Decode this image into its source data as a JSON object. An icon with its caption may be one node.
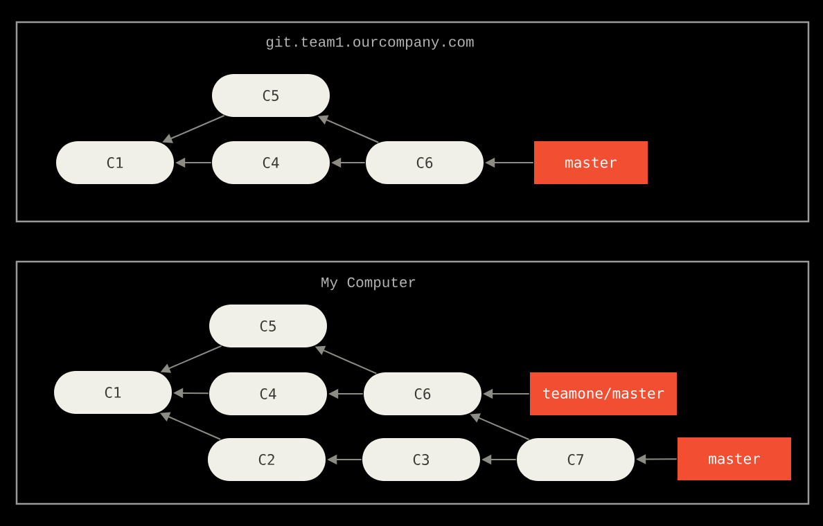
{
  "diagram": {
    "nodes": [
      {
        "text": [
          "git.team1.ourcompany.com"
        ]
      },
      {
        "text": [
          "C5"
        ],
        "in": 0
      },
      {
        "text": [
          "C1"
        ],
        "in": 0
      },
      {
        "text": [
          "C4"
        ],
        "in": 0
      },
      {
        "text": [
          "C6"
        ],
        "in": 0
      },
      {
        "text": [
          "master"
        ],
        "in": 0
      },
      {
        "text": [
          "My Computer"
        ]
      },
      {
        "text": [
          "C5"
        ],
        "in": 6
      },
      {
        "text": [
          "C1"
        ],
        "in": 6
      },
      {
        "text": [
          "C4"
        ],
        "in": 6
      },
      {
        "text": [
          "C6"
        ],
        "in": 6
      },
      {
        "text": [
          "teamone/master"
        ],
        "in": 6
      },
      {
        "text": [
          "C2"
        ],
        "in": 6
      },
      {
        "text": [
          "C3"
        ],
        "in": 6
      },
      {
        "text": [
          "C7"
        ],
        "in": 6
      },
      {
        "text": [
          "master"
        ],
        "in": 6
      }
    ],
    "edges": [
      {
        "from": 1,
        "to": 2,
        "arrow": "to"
      },
      {
        "from": 3,
        "to": 2,
        "arrow": "to"
      },
      {
        "from": 4,
        "to": 3,
        "arrow": "to"
      },
      {
        "from": 4,
        "to": 1,
        "arrow": "to"
      },
      {
        "from": 5,
        "to": 4,
        "arrow": "to"
      },
      {
        "from": 7,
        "to": 8,
        "arrow": "to"
      },
      {
        "from": 9,
        "to": 8,
        "arrow": "to"
      },
      {
        "from": 12,
        "to": 8,
        "arrow": "to"
      },
      {
        "from": 10,
        "to": 9,
        "arrow": "to"
      },
      {
        "from": 10,
        "to": 7,
        "arrow": "to"
      },
      {
        "from": 11,
        "to": 10,
        "arrow": "to"
      },
      {
        "from": 13,
        "to": 12,
        "arrow": "to"
      },
      {
        "from": 14,
        "to": 13,
        "arrow": "to"
      },
      {
        "from": 14,
        "to": 10,
        "arrow": "to"
      },
      {
        "from": 15,
        "to": 14,
        "arrow": "to"
      }
    ]
  }
}
